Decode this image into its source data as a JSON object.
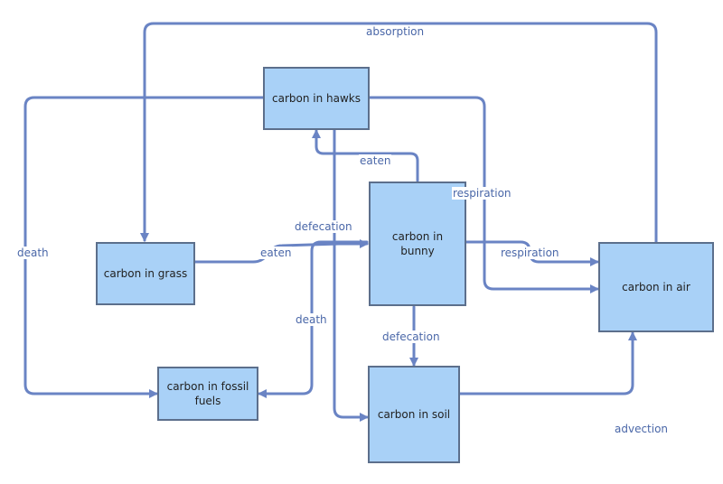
{
  "nodes": {
    "hawks": "carbon in hawks",
    "grass": "carbon in grass",
    "bunny": "carbon in bunny",
    "air": "carbon in air",
    "fossil": "carbon in fossil fuels",
    "soil": "carbon in soil"
  },
  "edge_labels": {
    "absorption": "absorption",
    "eaten_hawk": "eaten",
    "respiration_hawk": "respiration",
    "defecation_hawk": "defecation",
    "eaten_grass": "eaten",
    "respiration_bunny": "respiration",
    "death_hawk": "death",
    "death_bunny": "death",
    "defecation_bunny": "defecation",
    "advection": "advection"
  },
  "colors": {
    "node_fill": "#a9d1f7",
    "node_border": "#5c6f8c",
    "arrow": "#6a84c4",
    "label_text": "#4a67a8"
  }
}
